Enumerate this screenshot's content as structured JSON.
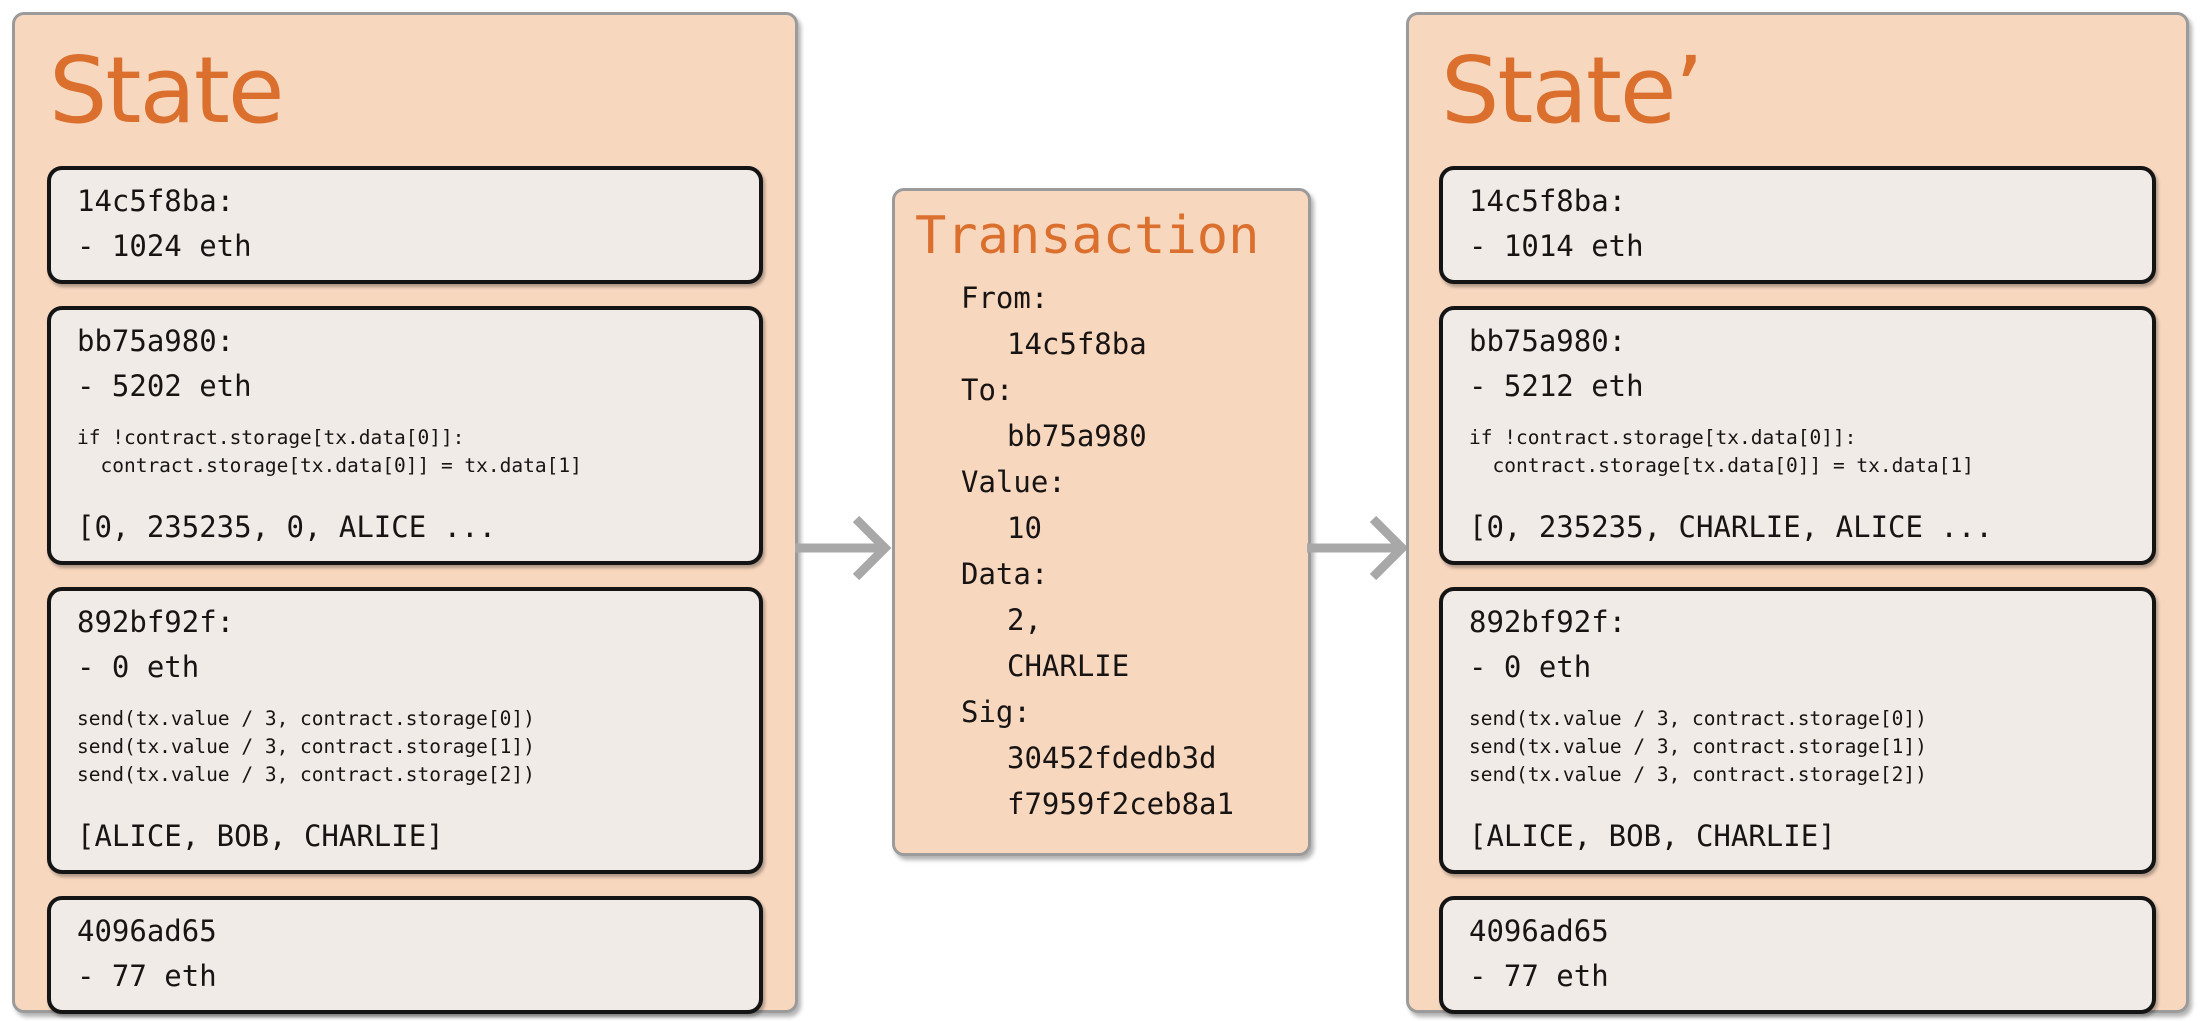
{
  "colors": {
    "accent_orange": "#da6f2e",
    "panel_fill": "#f8d7bf",
    "account_fill": "#f0ebe7",
    "panel_border": "#9b9b9b",
    "account_border": "#141414",
    "arrow_gray": "#a8a8a8",
    "text": "#171413"
  },
  "state_before": {
    "title": "State",
    "accounts": [
      {
        "address": "14c5f8ba:",
        "balance": "- 1024 eth"
      },
      {
        "address": "bb75a980:",
        "balance": "- 5202 eth",
        "code": [
          "if !contract.storage[tx.data[0]]:",
          "  contract.storage[tx.data[0]] = tx.data[1]"
        ],
        "storage": "[0, 235235, 0, ALICE ..."
      },
      {
        "address": "892bf92f:",
        "balance": "- 0 eth",
        "code": [
          "send(tx.value / 3, contract.storage[0])",
          "send(tx.value / 3, contract.storage[1])",
          "send(tx.value / 3, contract.storage[2])"
        ],
        "storage": "[ALICE, BOB, CHARLIE]"
      },
      {
        "address": "4096ad65",
        "balance": "- 77 eth"
      }
    ]
  },
  "transaction": {
    "title": "Transaction",
    "lines": [
      "From:",
      "14c5f8ba",
      "To:",
      "bb75a980",
      "Value:",
      "10",
      "Data:",
      "2,",
      "CHARLIE",
      "Sig:",
      "30452fdedb3d",
      "f7959f2ceb8a1"
    ]
  },
  "state_after": {
    "title": "State’",
    "accounts": [
      {
        "address": "14c5f8ba:",
        "balance": "- 1014 eth"
      },
      {
        "address": "bb75a980:",
        "balance": "- 5212 eth",
        "code": [
          "if !contract.storage[tx.data[0]]:",
          "  contract.storage[tx.data[0]] = tx.data[1]"
        ],
        "storage": "[0, 235235, CHARLIE, ALICE ..."
      },
      {
        "address": "892bf92f:",
        "balance": "- 0 eth",
        "code": [
          "send(tx.value / 3, contract.storage[0])",
          "send(tx.value / 3, contract.storage[1])",
          "send(tx.value / 3, contract.storage[2])"
        ],
        "storage": "[ALICE, BOB, CHARLIE]"
      },
      {
        "address": "4096ad65",
        "balance": "- 77 eth"
      }
    ]
  }
}
